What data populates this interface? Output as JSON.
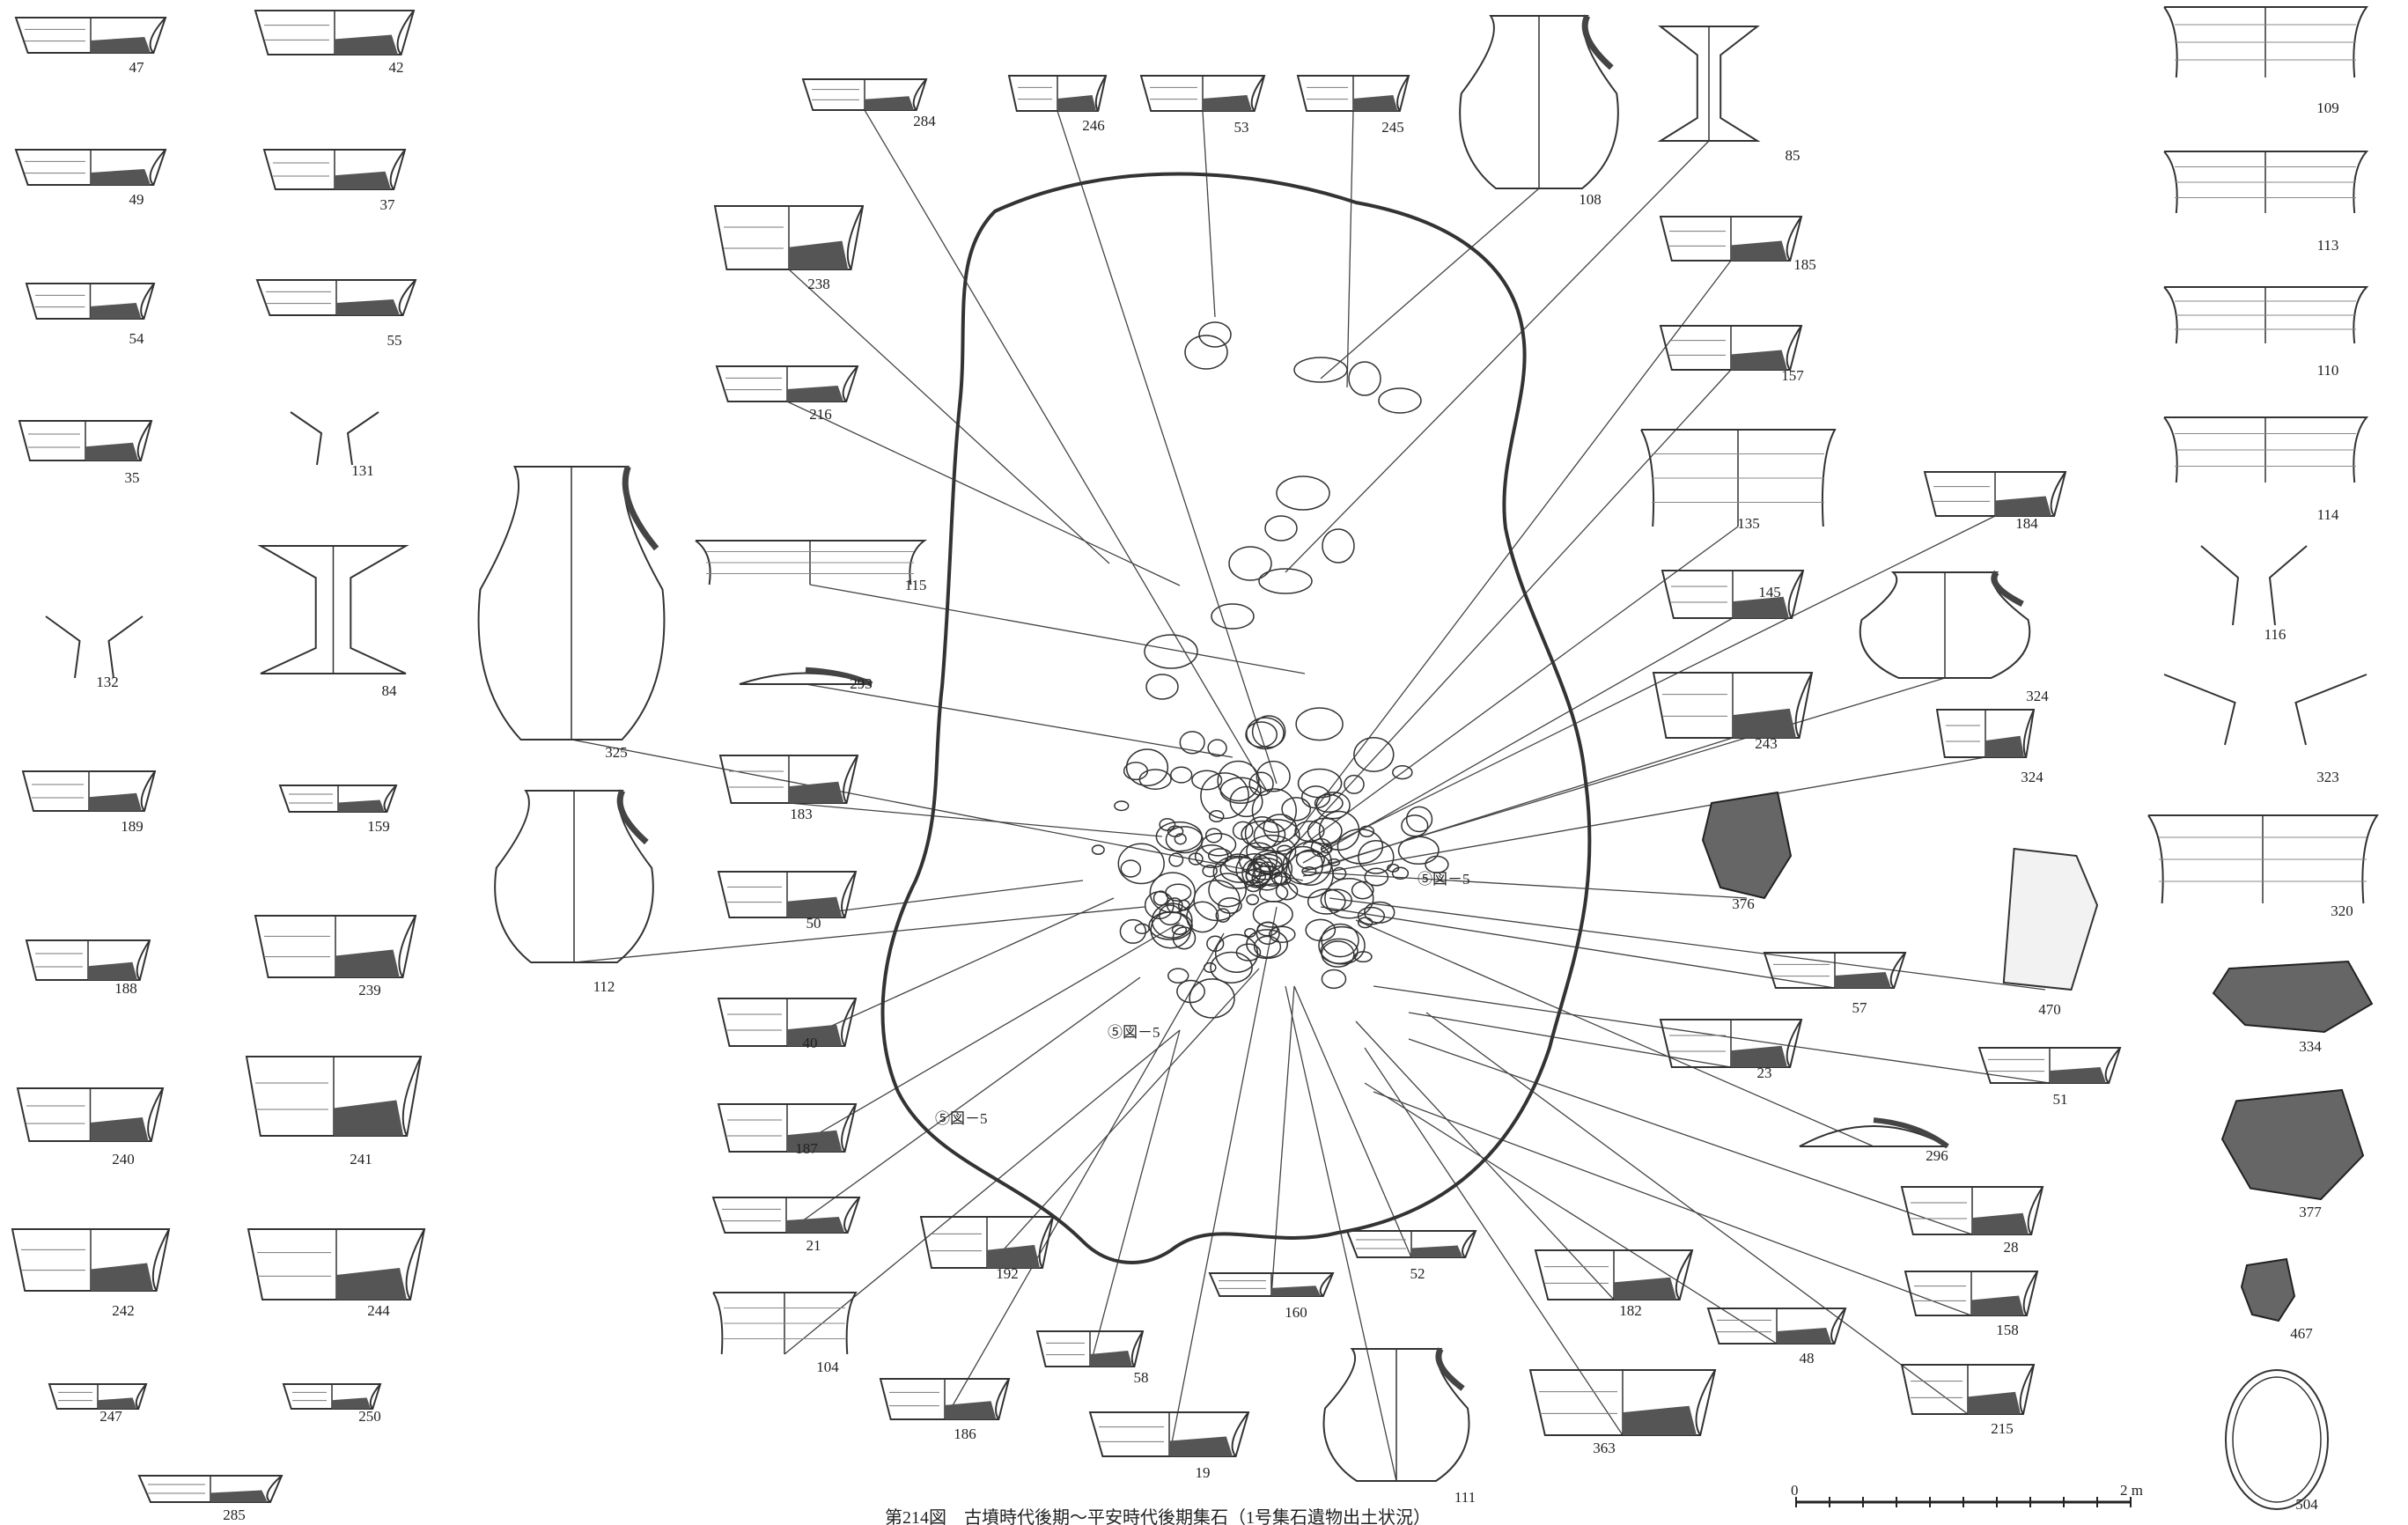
{
  "figure": {
    "caption": "第214図　古墳時代後期～平安時代後期集石（1号集石遺物出土状況）",
    "scale_label_start": "0",
    "scale_label_end": "2 m",
    "circle_marker_label": "⑤図－5"
  },
  "artifacts": [
    {
      "id": "47",
      "kind": "bowl"
    },
    {
      "id": "42",
      "kind": "bowl"
    },
    {
      "id": "49",
      "kind": "bowl"
    },
    {
      "id": "37",
      "kind": "bowl"
    },
    {
      "id": "54",
      "kind": "bowl"
    },
    {
      "id": "55",
      "kind": "bowl"
    },
    {
      "id": "35",
      "kind": "bowl"
    },
    {
      "id": "131",
      "kind": "fragment"
    },
    {
      "id": "132",
      "kind": "fragment"
    },
    {
      "id": "84",
      "kind": "stand"
    },
    {
      "id": "189",
      "kind": "base"
    },
    {
      "id": "159",
      "kind": "base"
    },
    {
      "id": "188",
      "kind": "base"
    },
    {
      "id": "239",
      "kind": "bowl"
    },
    {
      "id": "240",
      "kind": "bowl"
    },
    {
      "id": "241",
      "kind": "bowl"
    },
    {
      "id": "242",
      "kind": "bowl"
    },
    {
      "id": "244",
      "kind": "bowl"
    },
    {
      "id": "247",
      "kind": "base"
    },
    {
      "id": "250",
      "kind": "base"
    },
    {
      "id": "285",
      "kind": "dish"
    },
    {
      "id": "325",
      "kind": "jar"
    },
    {
      "id": "112",
      "kind": "jar"
    },
    {
      "id": "115",
      "kind": "rim"
    },
    {
      "id": "293",
      "kind": "lid"
    },
    {
      "id": "183",
      "kind": "bowl"
    },
    {
      "id": "50",
      "kind": "bowl"
    },
    {
      "id": "40",
      "kind": "bowl"
    },
    {
      "id": "187",
      "kind": "bowl"
    },
    {
      "id": "21",
      "kind": "bowl"
    },
    {
      "id": "104",
      "kind": "rim"
    },
    {
      "id": "186",
      "kind": "bowl"
    },
    {
      "id": "58",
      "kind": "bowl"
    },
    {
      "id": "19",
      "kind": "bowl"
    },
    {
      "id": "192",
      "kind": "bowl"
    },
    {
      "id": "160",
      "kind": "base"
    },
    {
      "id": "52",
      "kind": "bowl"
    },
    {
      "id": "111",
      "kind": "jar"
    },
    {
      "id": "363",
      "kind": "bowl"
    },
    {
      "id": "182",
      "kind": "bowl"
    },
    {
      "id": "48",
      "kind": "bowl"
    },
    {
      "id": "284",
      "kind": "base"
    },
    {
      "id": "246",
      "kind": "base"
    },
    {
      "id": "53",
      "kind": "bowl"
    },
    {
      "id": "245",
      "kind": "base"
    },
    {
      "id": "108",
      "kind": "jar"
    },
    {
      "id": "85",
      "kind": "stand"
    },
    {
      "id": "238",
      "kind": "bowl"
    },
    {
      "id": "216",
      "kind": "base"
    },
    {
      "id": "185",
      "kind": "bowl"
    },
    {
      "id": "157",
      "kind": "bowl"
    },
    {
      "id": "135",
      "kind": "rim"
    },
    {
      "id": "184",
      "kind": "bowl"
    },
    {
      "id": "145",
      "kind": "bowl"
    },
    {
      "id": "243",
      "kind": "bowl"
    },
    {
      "id": "324",
      "kind": "jar"
    },
    {
      "id": "324",
      "kind": "base"
    },
    {
      "id": "376",
      "kind": "stone"
    },
    {
      "id": "57",
      "kind": "bowl"
    },
    {
      "id": "470",
      "kind": "tool"
    },
    {
      "id": "23",
      "kind": "bowl"
    },
    {
      "id": "51",
      "kind": "bowl"
    },
    {
      "id": "296",
      "kind": "lid"
    },
    {
      "id": "28",
      "kind": "bowl"
    },
    {
      "id": "158",
      "kind": "base"
    },
    {
      "id": "215",
      "kind": "bowl"
    },
    {
      "id": "109",
      "kind": "rim"
    },
    {
      "id": "113",
      "kind": "rim"
    },
    {
      "id": "110",
      "kind": "rim"
    },
    {
      "id": "114",
      "kind": "rim"
    },
    {
      "id": "116",
      "kind": "fragment"
    },
    {
      "id": "323",
      "kind": "fragment"
    },
    {
      "id": "320",
      "kind": "rim"
    },
    {
      "id": "334",
      "kind": "stone"
    },
    {
      "id": "377",
      "kind": "stone"
    },
    {
      "id": "467",
      "kind": "stone"
    },
    {
      "id": "504",
      "kind": "ring"
    }
  ]
}
